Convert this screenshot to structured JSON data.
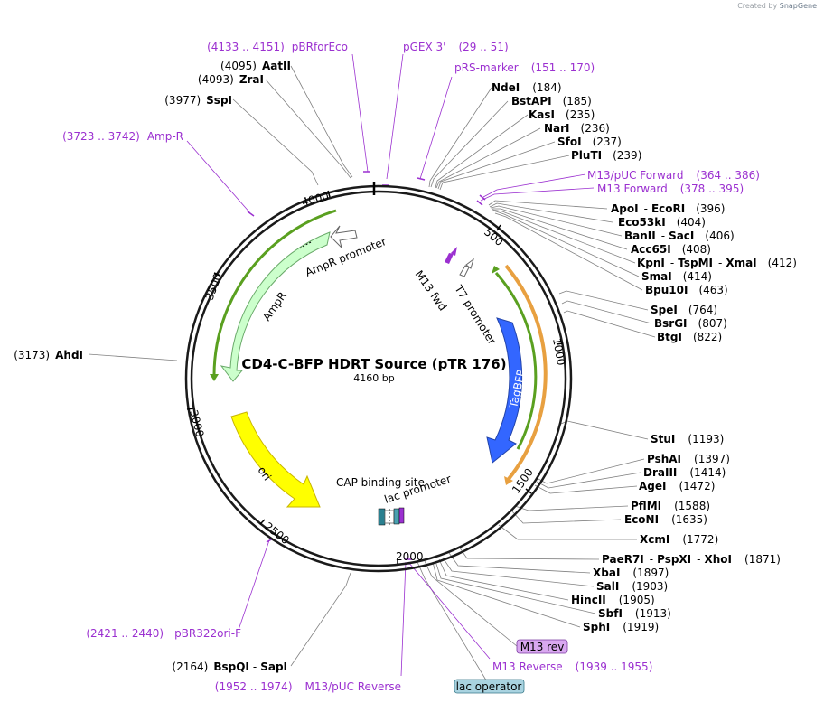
{
  "credit": {
    "prefix": "Created by",
    "brand": "SnapGene"
  },
  "plasmid": {
    "name": "CD4-C-BFP HDRT Source (pTR 176)",
    "length_label": "4160 bp"
  },
  "colors": {
    "enzyme_line": "#808080",
    "primer": "#9b30d0",
    "backbone": "#1a1a1a",
    "ampr": "#ccffcc",
    "ampr_border": "#6aaa6a",
    "tagbfp": "#3366ff",
    "ori": "#ffff00",
    "green_feature": "#5aa020",
    "orange_feature": "#e8a040",
    "lac_operator": "#a9d3e0",
    "m13_rev_box": "#d9a8f0"
  },
  "ticks": [
    {
      "label": "4000"
    },
    {
      "label": "500"
    },
    {
      "label": "3500"
    },
    {
      "label": "1000"
    },
    {
      "label": "3000"
    },
    {
      "label": "1500"
    },
    {
      "label": "2500"
    },
    {
      "label": "2000"
    }
  ],
  "enzymes": {
    "left": [
      {
        "pos": "(4095)",
        "name": "AatII"
      },
      {
        "pos": "(4093)",
        "name": "ZraI"
      },
      {
        "pos": "(3977)",
        "name": "SspI"
      },
      {
        "pos": "(3173)",
        "name": "AhdI"
      },
      {
        "pos": "(2164)",
        "name": "BspQI",
        "name2": "SapI"
      }
    ],
    "right": [
      {
        "name": "NdeI",
        "pos": "(184)"
      },
      {
        "name": "BstAPI",
        "pos": "(185)"
      },
      {
        "name": "KasI",
        "pos": "(235)"
      },
      {
        "name": "NarI",
        "pos": "(236)"
      },
      {
        "name": "SfoI",
        "pos": "(237)"
      },
      {
        "name": "PluTI",
        "pos": "(239)"
      },
      {
        "name": "ApoI",
        "name2": "EcoRI",
        "pos": "(396)"
      },
      {
        "name": "Eco53kI",
        "pos": "(404)"
      },
      {
        "name": "BanII",
        "name2": "SacI",
        "pos": "(406)"
      },
      {
        "name": "Acc65I",
        "pos": "(408)"
      },
      {
        "name": "KpnI",
        "name2": "TspMI",
        "name3": "XmaI",
        "pos": "(412)"
      },
      {
        "name": "SmaI",
        "pos": "(414)"
      },
      {
        "name": "Bpu10I",
        "pos": "(463)"
      },
      {
        "name": "SpeI",
        "pos": "(764)"
      },
      {
        "name": "BsrGI",
        "pos": "(807)"
      },
      {
        "name": "BtgI",
        "pos": "(822)"
      },
      {
        "name": "StuI",
        "pos": "(1193)"
      },
      {
        "name": "PshAI",
        "pos": "(1397)"
      },
      {
        "name": "DraIII",
        "pos": "(1414)"
      },
      {
        "name": "AgeI",
        "pos": "(1472)"
      },
      {
        "name": "PflMI",
        "pos": "(1588)"
      },
      {
        "name": "EcoNI",
        "pos": "(1635)"
      },
      {
        "name": "XcmI",
        "pos": "(1772)"
      },
      {
        "name": "PaeR7I",
        "name2": "PspXI",
        "name3": "XhoI",
        "pos": "(1871)"
      },
      {
        "name": "XbaI",
        "pos": "(1897)"
      },
      {
        "name": "SalI",
        "pos": "(1903)"
      },
      {
        "name": "HincII",
        "pos": "(1905)"
      },
      {
        "name": "SbfI",
        "pos": "(1913)"
      },
      {
        "name": "SphI",
        "pos": "(1919)"
      }
    ]
  },
  "primers": [
    {
      "range": "(4133 .. 4151)",
      "name": "pBRforEco"
    },
    {
      "name": "pGEX 3'",
      "range": "(29 .. 51)"
    },
    {
      "name": "pRS-marker",
      "range": "(151 .. 170)"
    },
    {
      "range": "(3723 .. 3742)",
      "name": "Amp-R"
    },
    {
      "name": "M13/pUC Forward",
      "range": "(364 .. 386)"
    },
    {
      "name": "M13 Forward",
      "range": "(378 .. 395)"
    },
    {
      "range": "(2421 .. 2440)",
      "name": "pBR322ori-F"
    },
    {
      "name": "M13 Reverse",
      "range": "(1939 .. 1955)"
    },
    {
      "range": "(1952 .. 1974)",
      "name": "M13/pUC Reverse"
    }
  ],
  "features": {
    "ampr_promoter": "AmpR promoter",
    "ampr": "AmpR",
    "m13_fwd": "M13 fwd",
    "t7_promoter": "T7 promoter",
    "tagbfp": "TagBFP",
    "ori": "ori",
    "cap_site": "CAP binding site",
    "lac_promoter": "lac promoter",
    "m13_rev": "M13 rev",
    "lac_operator": "lac operator"
  }
}
